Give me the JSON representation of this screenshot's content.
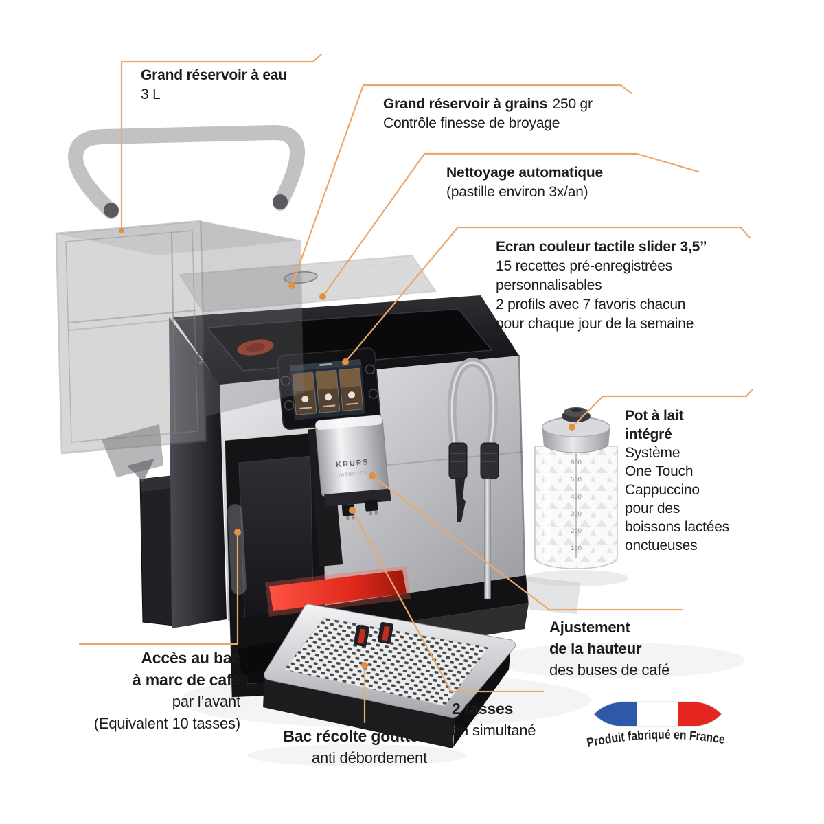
{
  "colors": {
    "background": "#ffffff",
    "leader_line": "#eca76a",
    "leader_dot": "#e1913f",
    "text": "#1c1c1c",
    "flag_blue": "#2d59a8",
    "flag_white": "#ffffff",
    "flag_red": "#e5251f",
    "machine_red_glow": "#e02a1a"
  },
  "labels": {
    "water_tank": {
      "title": "Grand réservoir à eau",
      "capacity": "3 L"
    },
    "bean_hopper": {
      "title": "Grand réservoir à grains",
      "amount": "250 gr",
      "line2": "Contrôle finesse de broyage"
    },
    "auto_clean": {
      "title": "Nettoyage automatique",
      "line2": "(pastille environ 3x/an)"
    },
    "touchscreen": {
      "title": "Ecran couleur tactile slider 3,5”",
      "lines": [
        "15 recettes pré-enregistrées",
        "personnalisables",
        "2 profils avec 7 favoris chacun",
        "pour chaque jour de la semaine"
      ]
    },
    "milk_pot": {
      "title_line1": "Pot à lait",
      "title_line2": "intégré",
      "lines": [
        "Système",
        "One Touch",
        "Cappuccino",
        "pour des",
        "boissons lactées",
        "onctueuses"
      ]
    },
    "spout_height": {
      "title_line1": "Ajustement",
      "title_line2": "de la hauteur",
      "line3": "des buses de café"
    },
    "grounds_bin": {
      "title_line1": "Accès au bac",
      "title_line2": "à marc de café",
      "line3": "par l’avant",
      "line4": "(Equivalent 10 tasses)"
    },
    "drip_tray": {
      "title": "Bac récolte gouttes",
      "line2": "anti débordement"
    },
    "two_cups": {
      "title": "2 tasses",
      "line2": "en simultané"
    },
    "made_in_france": {
      "text": "Produit fabriqué en France"
    }
  },
  "machine": {
    "brand": "KRUPS",
    "model": "INTUITION",
    "milk_pot_scale": [
      "600",
      "500",
      "400",
      "300",
      "200",
      "100"
    ]
  }
}
